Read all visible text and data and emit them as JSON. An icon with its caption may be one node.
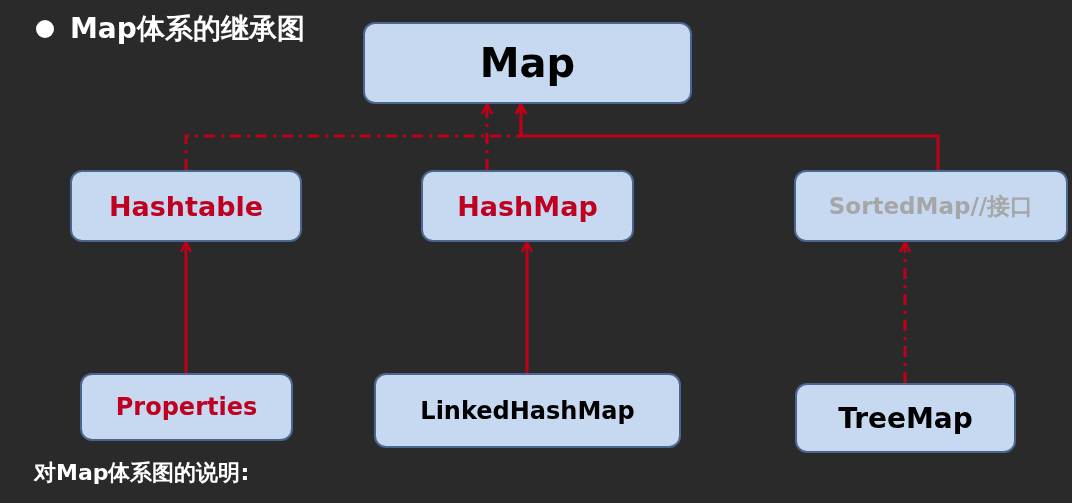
{
  "diagram": {
    "title": "Map体系的继承图",
    "nodes": [
      {
        "text": [
          "Map"
        ]
      },
      {
        "text": [
          "Hashtable"
        ]
      },
      {
        "text": [
          "HashMap"
        ]
      },
      {
        "text": [
          "SortedMap//接口"
        ]
      },
      {
        "text": [
          "Properties"
        ]
      },
      {
        "text": [
          "LinkedHashMap"
        ]
      },
      {
        "text": [
          "TreeMap"
        ]
      }
    ],
    "edges": [
      {
        "from": 1,
        "to": 0,
        "arrow": "to",
        "style": "dashed"
      },
      {
        "from": 2,
        "to": 0,
        "arrow": "to",
        "style": "dashed"
      },
      {
        "from": 3,
        "to": 0,
        "arrow": "to"
      },
      {
        "from": 4,
        "to": 1,
        "arrow": "to"
      },
      {
        "from": 5,
        "to": 2,
        "arrow": "to"
      },
      {
        "from": 6,
        "to": 3,
        "arrow": "to",
        "style": "dashed"
      }
    ],
    "labels": [
      "对Map体系图的说明:"
    ]
  }
}
